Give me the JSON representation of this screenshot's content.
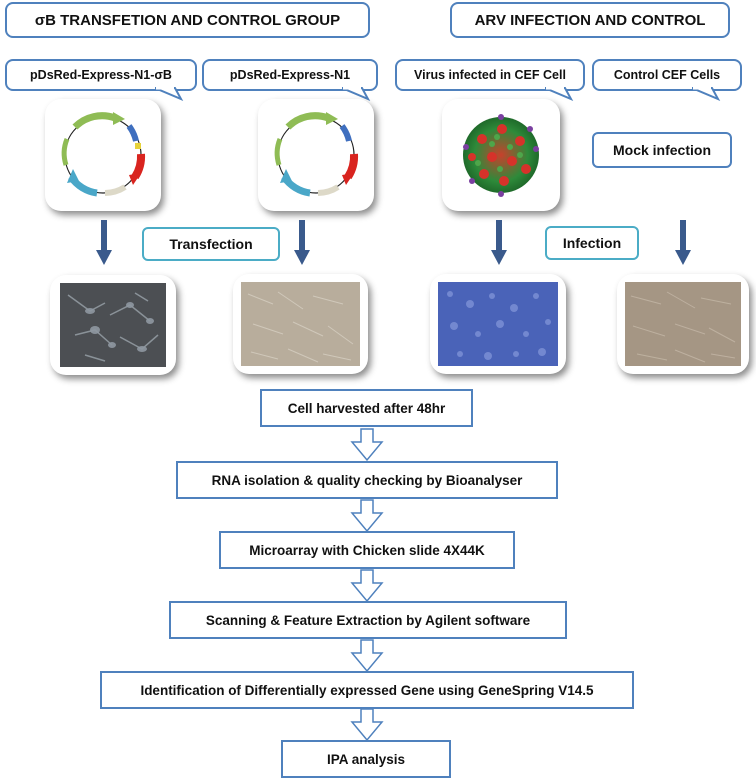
{
  "headers": {
    "left": "σB TRANSFETION AND CONTROL GROUP",
    "right": "ARV INFECTION AND CONTROL"
  },
  "callouts": {
    "plasmid_sigma": "pDsRed-Express-N1-σB",
    "plasmid_control": "pDsRed-Express-N1",
    "virus": "Virus infected in CEF Cell",
    "control_cells": "Control CEF Cells"
  },
  "labels": {
    "mock": "Mock infection",
    "transfection": "Transfection",
    "infection": "Infection"
  },
  "steps": [
    "Cell harvested after 48hr",
    "RNA isolation & quality checking by Bioanalyser",
    "Microarray with Chicken slide 4X44K",
    "Scanning & Feature Extraction by Agilent software",
    "Identification of Differentially expressed Gene using GeneSpring V14.5",
    "IPA analysis"
  ],
  "colors": {
    "box_border": "#4f81bd",
    "label_border": "#4bacc6",
    "arrow_down": "#3a5a8c",
    "flow_arrow": "#4f81bd"
  }
}
